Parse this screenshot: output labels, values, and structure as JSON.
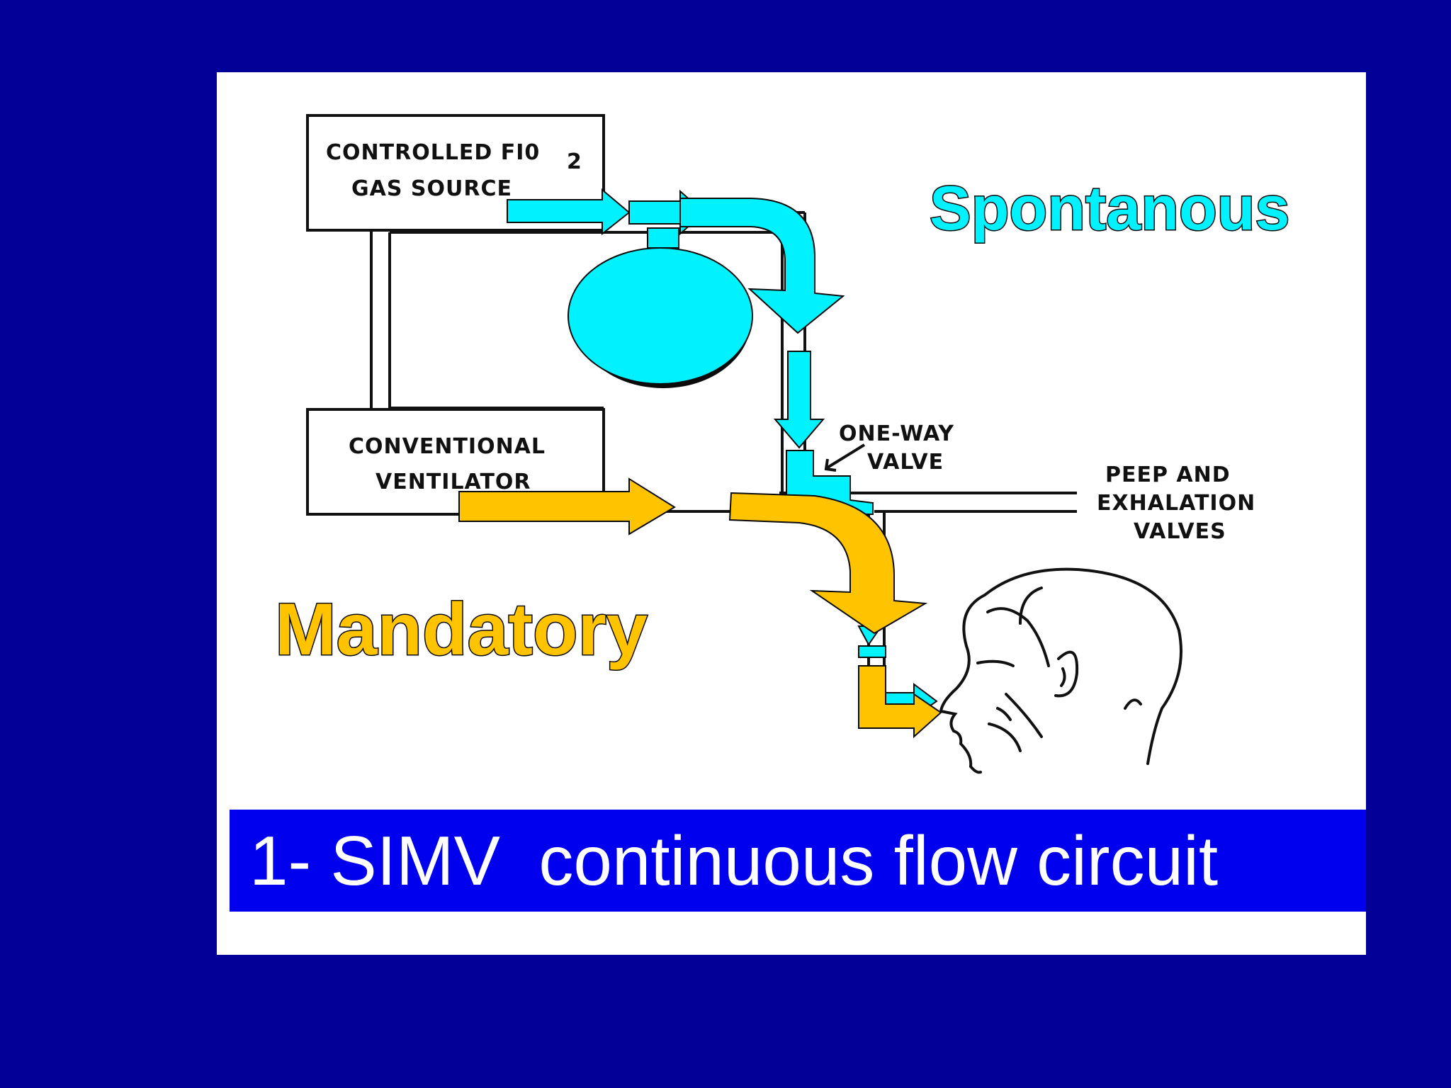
{
  "colors": {
    "background": "#020096",
    "panel": "#ffffff",
    "spontaneous": "#00f2ff",
    "mandatory": "#ffc300",
    "caption_bar": "#0000ee",
    "caption_text": "#ffffff"
  },
  "boxes": {
    "gas_source": {
      "line1": "CONTROLLED FI0",
      "subscript": "2",
      "line2": "GAS SOURCE"
    },
    "ventilator": {
      "line1": "CONVENTIONAL",
      "line2": "VENTILATOR"
    }
  },
  "labels": {
    "one_way_line1": "ONE-WAY",
    "one_way_line2": "VALVE",
    "peep_line1": "PEEP AND",
    "peep_line2": "EXHALATION",
    "peep_line3": "VALVES",
    "spontaneous": "Spontanous",
    "mandatory": "Mandatory"
  },
  "caption": "1- SIMV  continuous flow circuit",
  "icons": [
    "reservoir-bag-icon",
    "patient-head-icon"
  ]
}
